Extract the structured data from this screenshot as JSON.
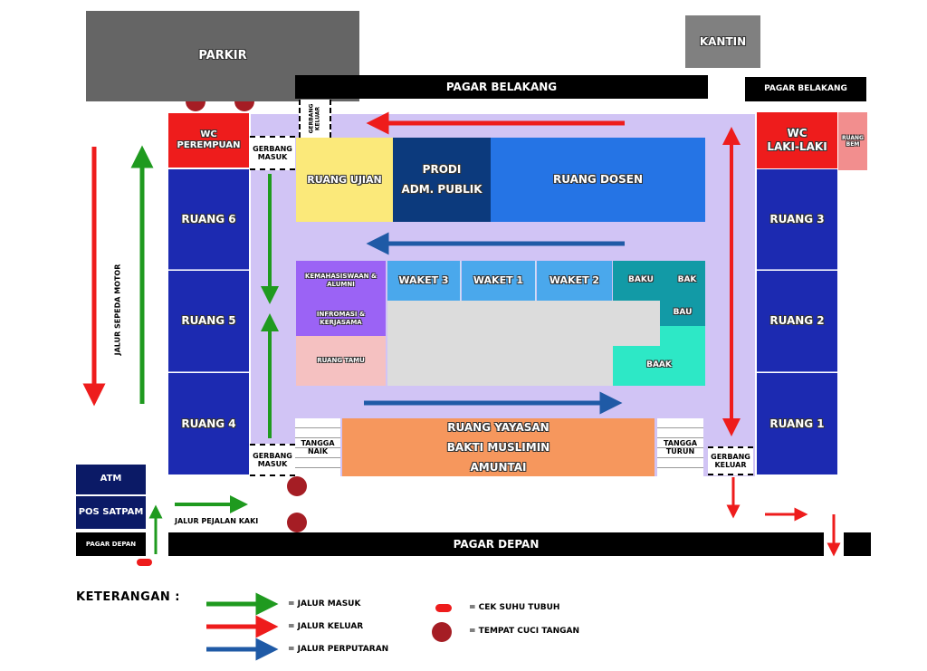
{
  "parkir": "PARKIR",
  "kantin": "KANTIN",
  "pagar_belakang_main": "PAGAR BELAKANG",
  "pagar_belakang_small": "PAGAR BELAKANG",
  "gerbang_keluar_top": "GERBANG\nKELUAR",
  "wc_perempuan": "WC\nPEREMPUAN",
  "wc_laki": "WC\nLAKI-LAKI",
  "ruang_bem": "RUANG\nBEM",
  "gerbang_masuk_top": "GERBANG\nMASUK",
  "gerbang_masuk_bottom": "GERBANG\nMASUK",
  "gerbang_keluar_bottom": "GERBANG\nKELUAR",
  "ruang_6": "RUANG 6",
  "ruang_5": "RUANG 5",
  "ruang_4": "RUANG 4",
  "ruang_3": "RUANG 3",
  "ruang_2": "RUANG 2",
  "ruang_1": "RUANG 1",
  "ruang_ujian": "RUANG UJIAN",
  "prodi": "PRODI\nADM. PUBLIK",
  "ruang_dosen": "RUANG DOSEN",
  "kemahasiswaan": "KEMAHASISWAAN &\nALUMNI",
  "infromasi": "INFROMASI &\nKERJASAMA",
  "ruang_tamu": "RUANG TAMU",
  "waket_3": "WAKET 3",
  "waket_1": "WAKET 1",
  "waket_2": "WAKET 2",
  "baku": "BAKU",
  "bak": "BAK",
  "bau": "BAU",
  "baak": "BAAK",
  "tangga_naik": "TANGGA\nNAIK",
  "tangga_turun": "TANGGA\nTURUN",
  "ruang_yayasan": "RUANG YAYASAN\nBAKTI MUSLIMIN\nAMUNTAI",
  "jalur_sepeda_motor": "JALUR SEPEDA MOTOR",
  "atm": "ATM",
  "pos_satpam": "POS SATPAM",
  "pagar_depan_small": "PAGAR DEPAN",
  "pagar_depan_main": "PAGAR DEPAN",
  "jalur_pejalan_kaki": "JALUR PEJALAN KAKI",
  "legend": {
    "title": "KETERANGAN :",
    "masuk": "= JALUR MASUK",
    "keluar": "= JALUR KELUAR",
    "perputaran": "= JALUR PERPUTARAN",
    "cek_suhu": "= CEK SUHU TUBUH",
    "cuci_tangan": "= TEMPAT CUCI TANGAN"
  },
  "colors": {
    "green": "#1f9a1f",
    "red": "#ee1c1c",
    "blue": "#1f5aa6",
    "marker": "#a51d24"
  }
}
